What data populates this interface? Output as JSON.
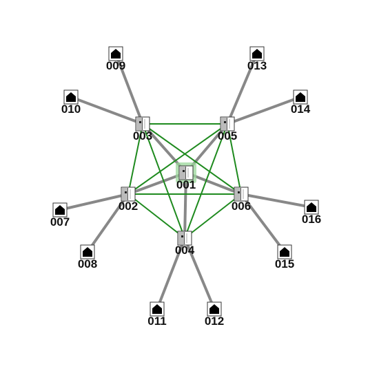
{
  "colors": {
    "background": "#ffffff",
    "trunk_link": "#888888",
    "mesh_link": "#1e8a1e",
    "selected_highlight": "#9bd79b",
    "device_icon_fill": "#000000",
    "switch_body": "#bbbbbb"
  },
  "nodes": [
    {
      "id": "001",
      "label": "001",
      "kind": "switch",
      "icon": "switch-icon",
      "selected": true
    },
    {
      "id": "002",
      "label": "002",
      "kind": "switch",
      "icon": "switch-icon"
    },
    {
      "id": "003",
      "label": "003",
      "kind": "switch",
      "icon": "switch-icon"
    },
    {
      "id": "004",
      "label": "004",
      "kind": "switch",
      "icon": "switch-icon"
    },
    {
      "id": "005",
      "label": "005",
      "kind": "switch",
      "icon": "switch-icon"
    },
    {
      "id": "006",
      "label": "006",
      "kind": "switch",
      "icon": "switch-icon"
    },
    {
      "id": "007",
      "label": "007",
      "kind": "host",
      "icon": "house-icon"
    },
    {
      "id": "008",
      "label": "008",
      "kind": "host",
      "icon": "house-icon"
    },
    {
      "id": "009",
      "label": "009",
      "kind": "host",
      "icon": "house-icon"
    },
    {
      "id": "010",
      "label": "010",
      "kind": "host",
      "icon": "house-icon"
    },
    {
      "id": "011",
      "label": "011",
      "kind": "host",
      "icon": "house-icon"
    },
    {
      "id": "012",
      "label": "012",
      "kind": "host",
      "icon": "house-icon"
    },
    {
      "id": "013",
      "label": "013",
      "kind": "host",
      "icon": "house-icon"
    },
    {
      "id": "014",
      "label": "014",
      "kind": "host",
      "icon": "house-icon"
    },
    {
      "id": "015",
      "label": "015",
      "kind": "host",
      "icon": "house-icon"
    },
    {
      "id": "016",
      "label": "016",
      "kind": "host",
      "icon": "house-icon"
    }
  ],
  "links": [
    {
      "from": "001",
      "to": "002",
      "type": "trunk"
    },
    {
      "from": "001",
      "to": "003",
      "type": "trunk"
    },
    {
      "from": "001",
      "to": "004",
      "type": "trunk"
    },
    {
      "from": "001",
      "to": "005",
      "type": "trunk"
    },
    {
      "from": "001",
      "to": "006",
      "type": "trunk"
    },
    {
      "from": "002",
      "to": "007",
      "type": "trunk"
    },
    {
      "from": "002",
      "to": "008",
      "type": "trunk"
    },
    {
      "from": "003",
      "to": "009",
      "type": "trunk"
    },
    {
      "from": "003",
      "to": "010",
      "type": "trunk"
    },
    {
      "from": "004",
      "to": "011",
      "type": "trunk"
    },
    {
      "from": "004",
      "to": "012",
      "type": "trunk"
    },
    {
      "from": "005",
      "to": "013",
      "type": "trunk"
    },
    {
      "from": "005",
      "to": "014",
      "type": "trunk"
    },
    {
      "from": "006",
      "to": "015",
      "type": "trunk"
    },
    {
      "from": "006",
      "to": "016",
      "type": "trunk"
    },
    {
      "from": "002",
      "to": "003",
      "type": "mesh"
    },
    {
      "from": "002",
      "to": "004",
      "type": "mesh"
    },
    {
      "from": "002",
      "to": "005",
      "type": "mesh"
    },
    {
      "from": "002",
      "to": "006",
      "type": "mesh"
    },
    {
      "from": "003",
      "to": "004",
      "type": "mesh"
    },
    {
      "from": "003",
      "to": "005",
      "type": "mesh"
    },
    {
      "from": "003",
      "to": "006",
      "type": "mesh"
    },
    {
      "from": "004",
      "to": "005",
      "type": "mesh"
    },
    {
      "from": "004",
      "to": "006",
      "type": "mesh"
    },
    {
      "from": "005",
      "to": "006",
      "type": "mesh"
    }
  ]
}
